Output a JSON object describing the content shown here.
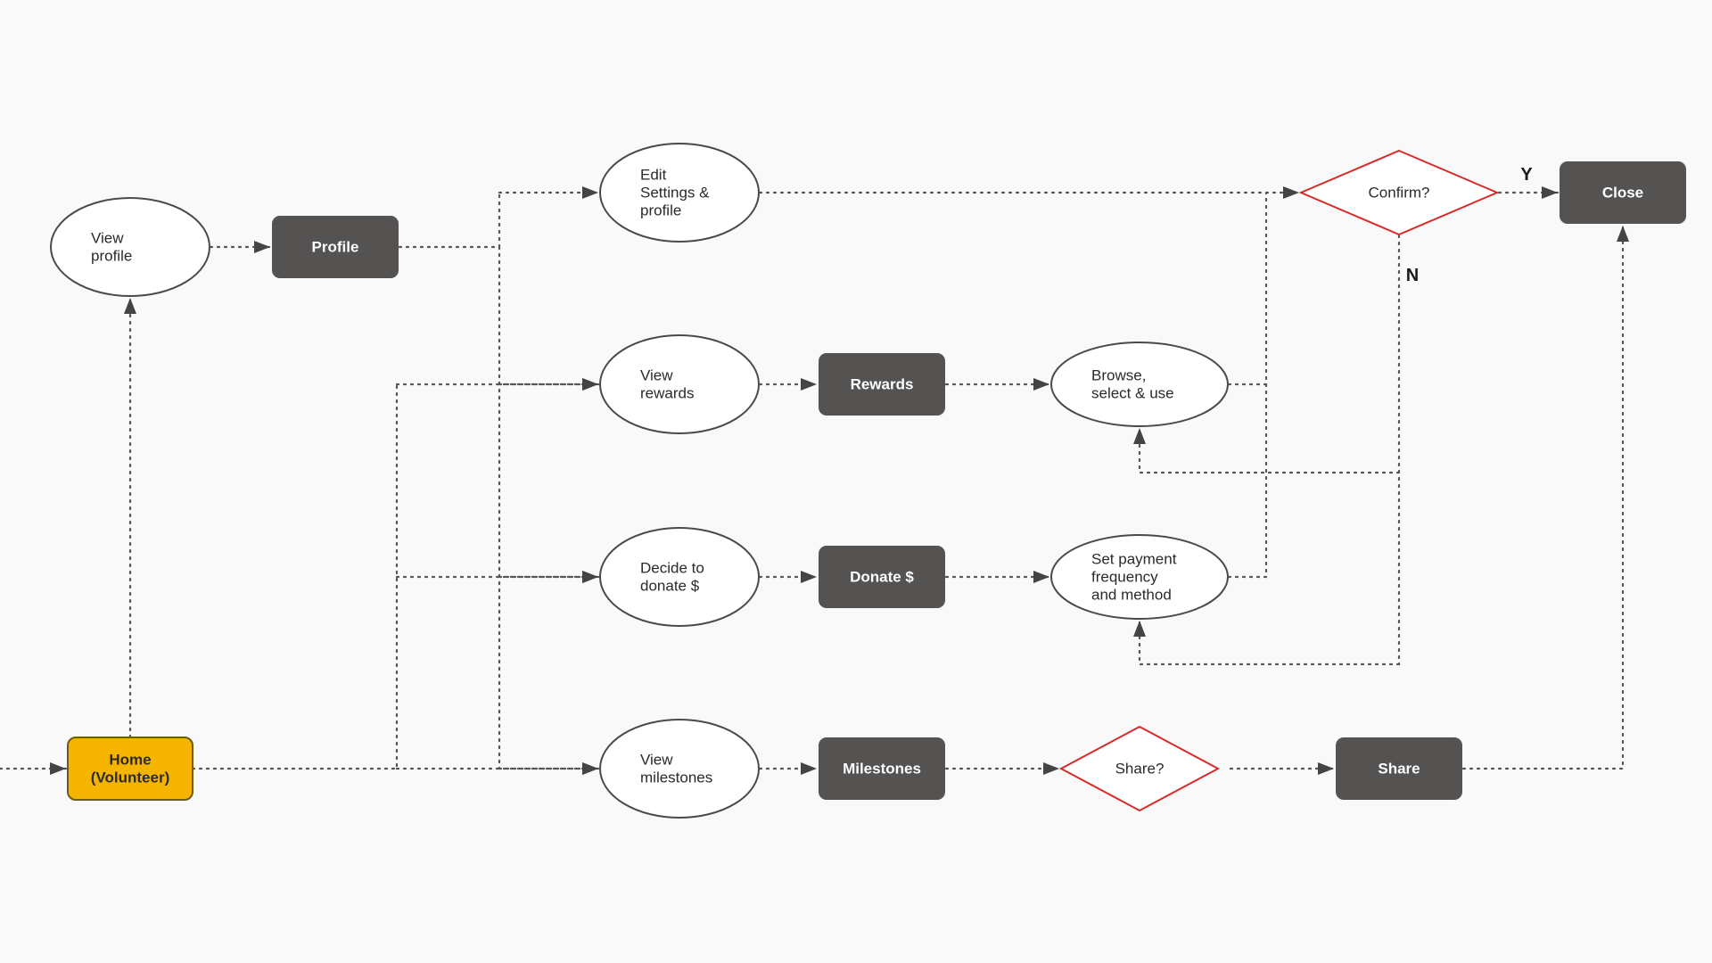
{
  "diagram": {
    "colors": {
      "background": "#f9f9f9",
      "process_box": "#555352",
      "start_box": "#f5b400",
      "decision_border": "#d92a2a",
      "connector": "#555555"
    },
    "nodes": {
      "home": {
        "kind": "start",
        "lines": [
          "Home",
          "(Volunteer)"
        ]
      },
      "view_profile": {
        "kind": "action",
        "lines": [
          "View",
          "profile"
        ]
      },
      "profile": {
        "kind": "screen",
        "lines": [
          "Profile"
        ]
      },
      "edit_settings": {
        "kind": "action",
        "lines": [
          "Edit",
          "Settings &",
          "profile"
        ]
      },
      "view_rewards": {
        "kind": "action",
        "lines": [
          "View",
          "rewards"
        ]
      },
      "rewards": {
        "kind": "screen",
        "lines": [
          "Rewards"
        ]
      },
      "browse_select": {
        "kind": "action",
        "lines": [
          "Browse,",
          "select & use"
        ]
      },
      "decide_donate": {
        "kind": "action",
        "lines": [
          "Decide to",
          "donate $"
        ]
      },
      "donate": {
        "kind": "screen",
        "lines": [
          "Donate $"
        ]
      },
      "set_payment": {
        "kind": "action",
        "lines": [
          "Set payment",
          "frequency",
          "and method"
        ]
      },
      "view_milestones": {
        "kind": "action",
        "lines": [
          "View",
          "milestones"
        ]
      },
      "milestones": {
        "kind": "screen",
        "lines": [
          "Milestones"
        ]
      },
      "share_decision": {
        "kind": "decision",
        "lines": [
          "Share?"
        ]
      },
      "share": {
        "kind": "screen",
        "lines": [
          "Share"
        ]
      },
      "confirm_decision": {
        "kind": "decision",
        "lines": [
          "Confirm?"
        ]
      },
      "close": {
        "kind": "screen",
        "lines": [
          "Close"
        ]
      }
    },
    "edge_labels": {
      "yes": "Y",
      "no": "N"
    },
    "edges": [
      [
        "home",
        "view_profile"
      ],
      [
        "view_profile",
        "profile"
      ],
      [
        "profile",
        "edit_settings"
      ],
      [
        "profile",
        "view_rewards"
      ],
      [
        "profile",
        "decide_donate"
      ],
      [
        "profile",
        "view_milestones"
      ],
      [
        "home",
        "view_rewards"
      ],
      [
        "home",
        "decide_donate"
      ],
      [
        "home",
        "view_milestones"
      ],
      [
        "view_rewards",
        "rewards"
      ],
      [
        "rewards",
        "browse_select"
      ],
      [
        "decide_donate",
        "donate"
      ],
      [
        "donate",
        "set_payment"
      ],
      [
        "view_milestones",
        "milestones"
      ],
      [
        "milestones",
        "share_decision"
      ],
      [
        "share_decision",
        "share"
      ],
      [
        "share",
        "close"
      ],
      [
        "edit_settings",
        "confirm_decision"
      ],
      [
        "browse_select",
        "confirm_decision"
      ],
      [
        "set_payment",
        "confirm_decision"
      ],
      [
        "confirm_decision",
        "close",
        "Y"
      ],
      [
        "confirm_decision",
        "browse_select",
        "N"
      ],
      [
        "confirm_decision",
        "set_payment",
        "N"
      ]
    ]
  }
}
